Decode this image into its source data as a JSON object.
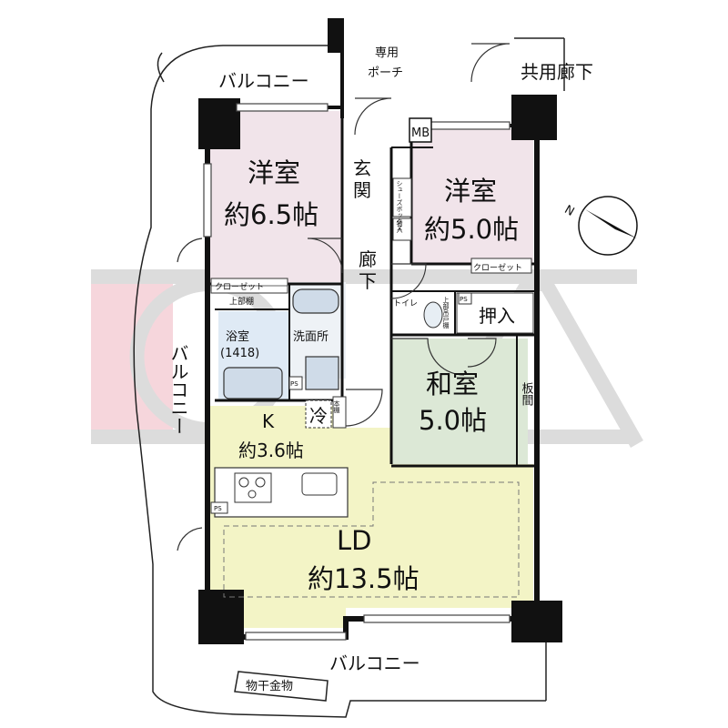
{
  "colors": {
    "western_room": "#f1e4ea",
    "japanese_room": "#dce8d6",
    "ldk": "#f3f4c6",
    "bath": "#dfeaf5",
    "wall": "#111111",
    "watermark_gray": "#d6d6d6",
    "watermark_pink": "#f5cfd7"
  },
  "watermark": {
    "text": "IOA"
  },
  "compass": {
    "north_label": "N"
  },
  "outside": {
    "balcony_top": "バルコニー",
    "private_porch_line1": "専用",
    "private_porch_line2": "ポーチ",
    "common_corridor": "共用廊下",
    "balcony_left": "バルコニー",
    "balcony_bottom": "バルコニー",
    "clothes_drying": "物干金物"
  },
  "rooms": {
    "western_room_1": {
      "name": "洋室",
      "size": "約6.5帖"
    },
    "western_room_2": {
      "name": "洋室",
      "size": "約5.0帖"
    },
    "japanese_room": {
      "name": "和室",
      "size": "5.0帖"
    },
    "kitchen": {
      "name": "K",
      "size": "約3.6帖"
    },
    "living_dining": {
      "name": "LD",
      "size": "約13.5帖"
    },
    "entrance": {
      "char1": "玄",
      "char2": "関"
    },
    "hallway": {
      "char1": "廊",
      "char2": "下"
    },
    "bathroom": {
      "name": "浴室",
      "size": "(1418)"
    },
    "washroom": {
      "name": "洗面所"
    },
    "toilet": {
      "name": "トイレ"
    }
  },
  "fixtures": {
    "mb": "MB",
    "closet_left": "クローゼット",
    "upper_shelf": "上部棚",
    "closet_right": "クローゼット",
    "oshiire": "押入",
    "itama": "板間",
    "shoes_box": "シューズボックス",
    "storage": "物入",
    "upper_cabinet": "上部吊戸棚",
    "bookshelf": "本棚",
    "fridge": "冷",
    "ps": "PS"
  }
}
